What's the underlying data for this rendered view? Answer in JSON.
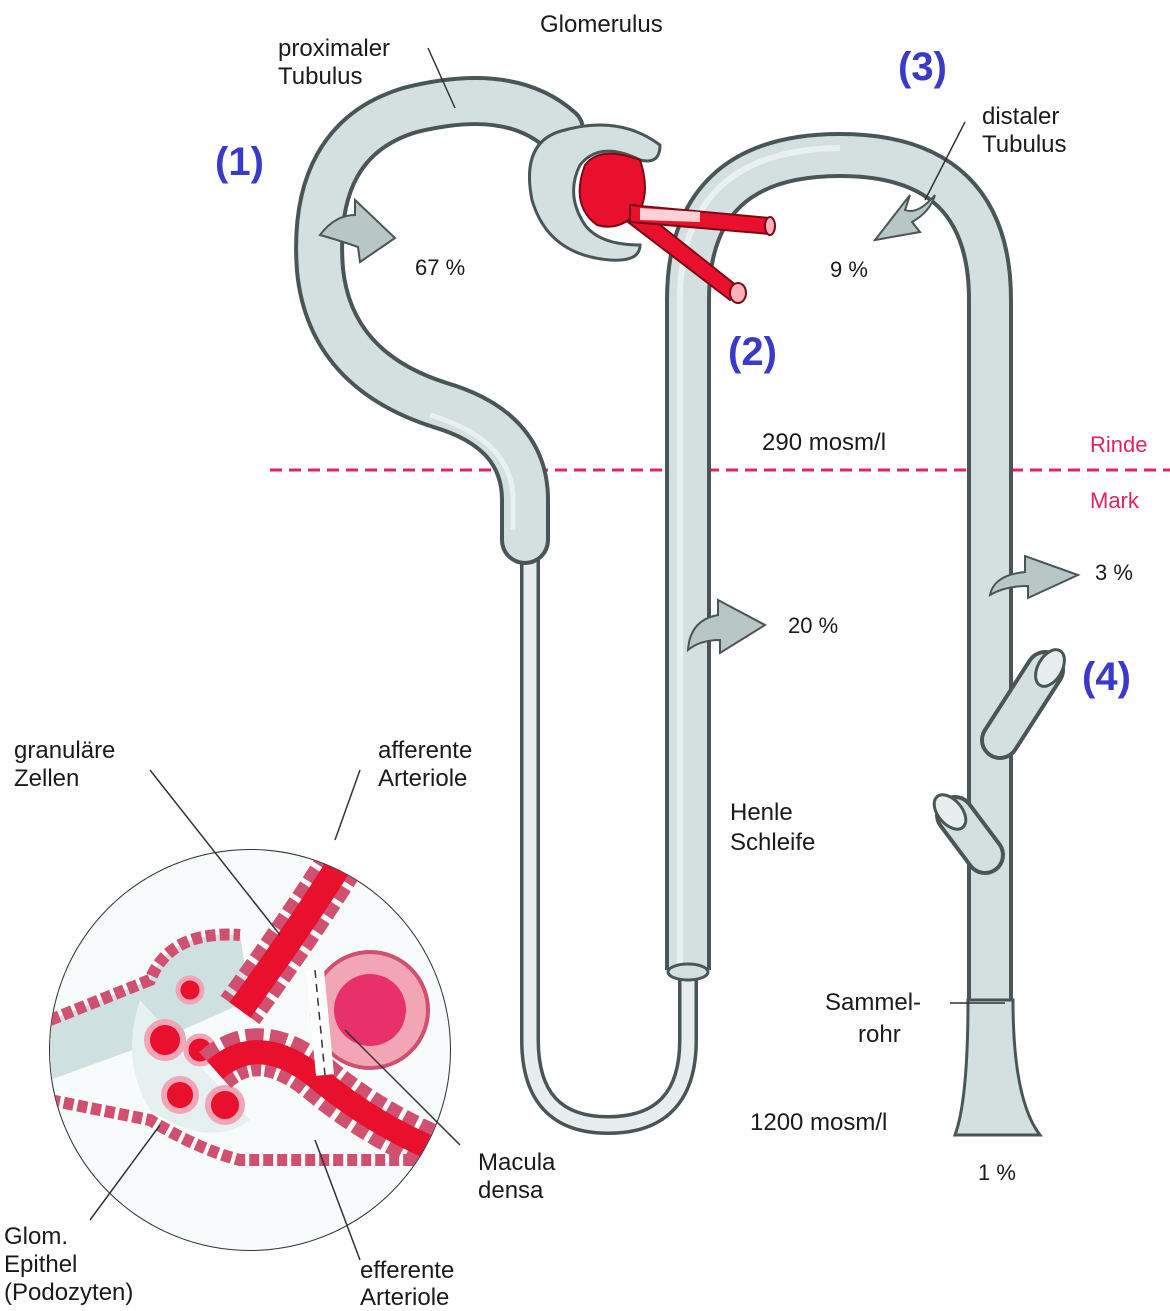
{
  "colors": {
    "tubule_fill": "#cfdcdc",
    "tubule_edge": "#4a5656",
    "blood": "#e8102c",
    "cell_pink": "#f1a5b5",
    "step_number": "#3a3ac8",
    "zone_line": "#e0245e"
  },
  "labels": {
    "glomerulus": "Glomerulus",
    "proximal_1": "proximaler",
    "proximal_2": "Tubulus",
    "distal_1": "distaler",
    "distal_2": "Tubulus",
    "henle_1": "Henle",
    "henle_2": "Schleife",
    "sammel_1": "Sammel-",
    "sammel_2": "rohr",
    "granular_1": "granuläre",
    "granular_2": "Zellen",
    "afferent_1": "afferente",
    "afferent_2": "Arteriole",
    "macula_1": "Macula",
    "macula_2": "densa",
    "glom_1": "Glom.",
    "glom_2": "Epithel",
    "glom_3": "(Podozyten)",
    "efferent_1": "efferente",
    "efferent_2": "Arteriole"
  },
  "zones": {
    "cortex": "Rinde",
    "medulla": "Mark",
    "osm_cortex": "290 mosm/l",
    "osm_medulla": "1200 mosm/l"
  },
  "reabsorption": {
    "proximal": "67 %",
    "henle": "20 %",
    "distal": "9 %",
    "collecting": "3 %",
    "excreted": "1 %"
  },
  "steps": {
    "s1": "(1)",
    "s2": "(2)",
    "s3": "(3)",
    "s4": "(4)"
  }
}
